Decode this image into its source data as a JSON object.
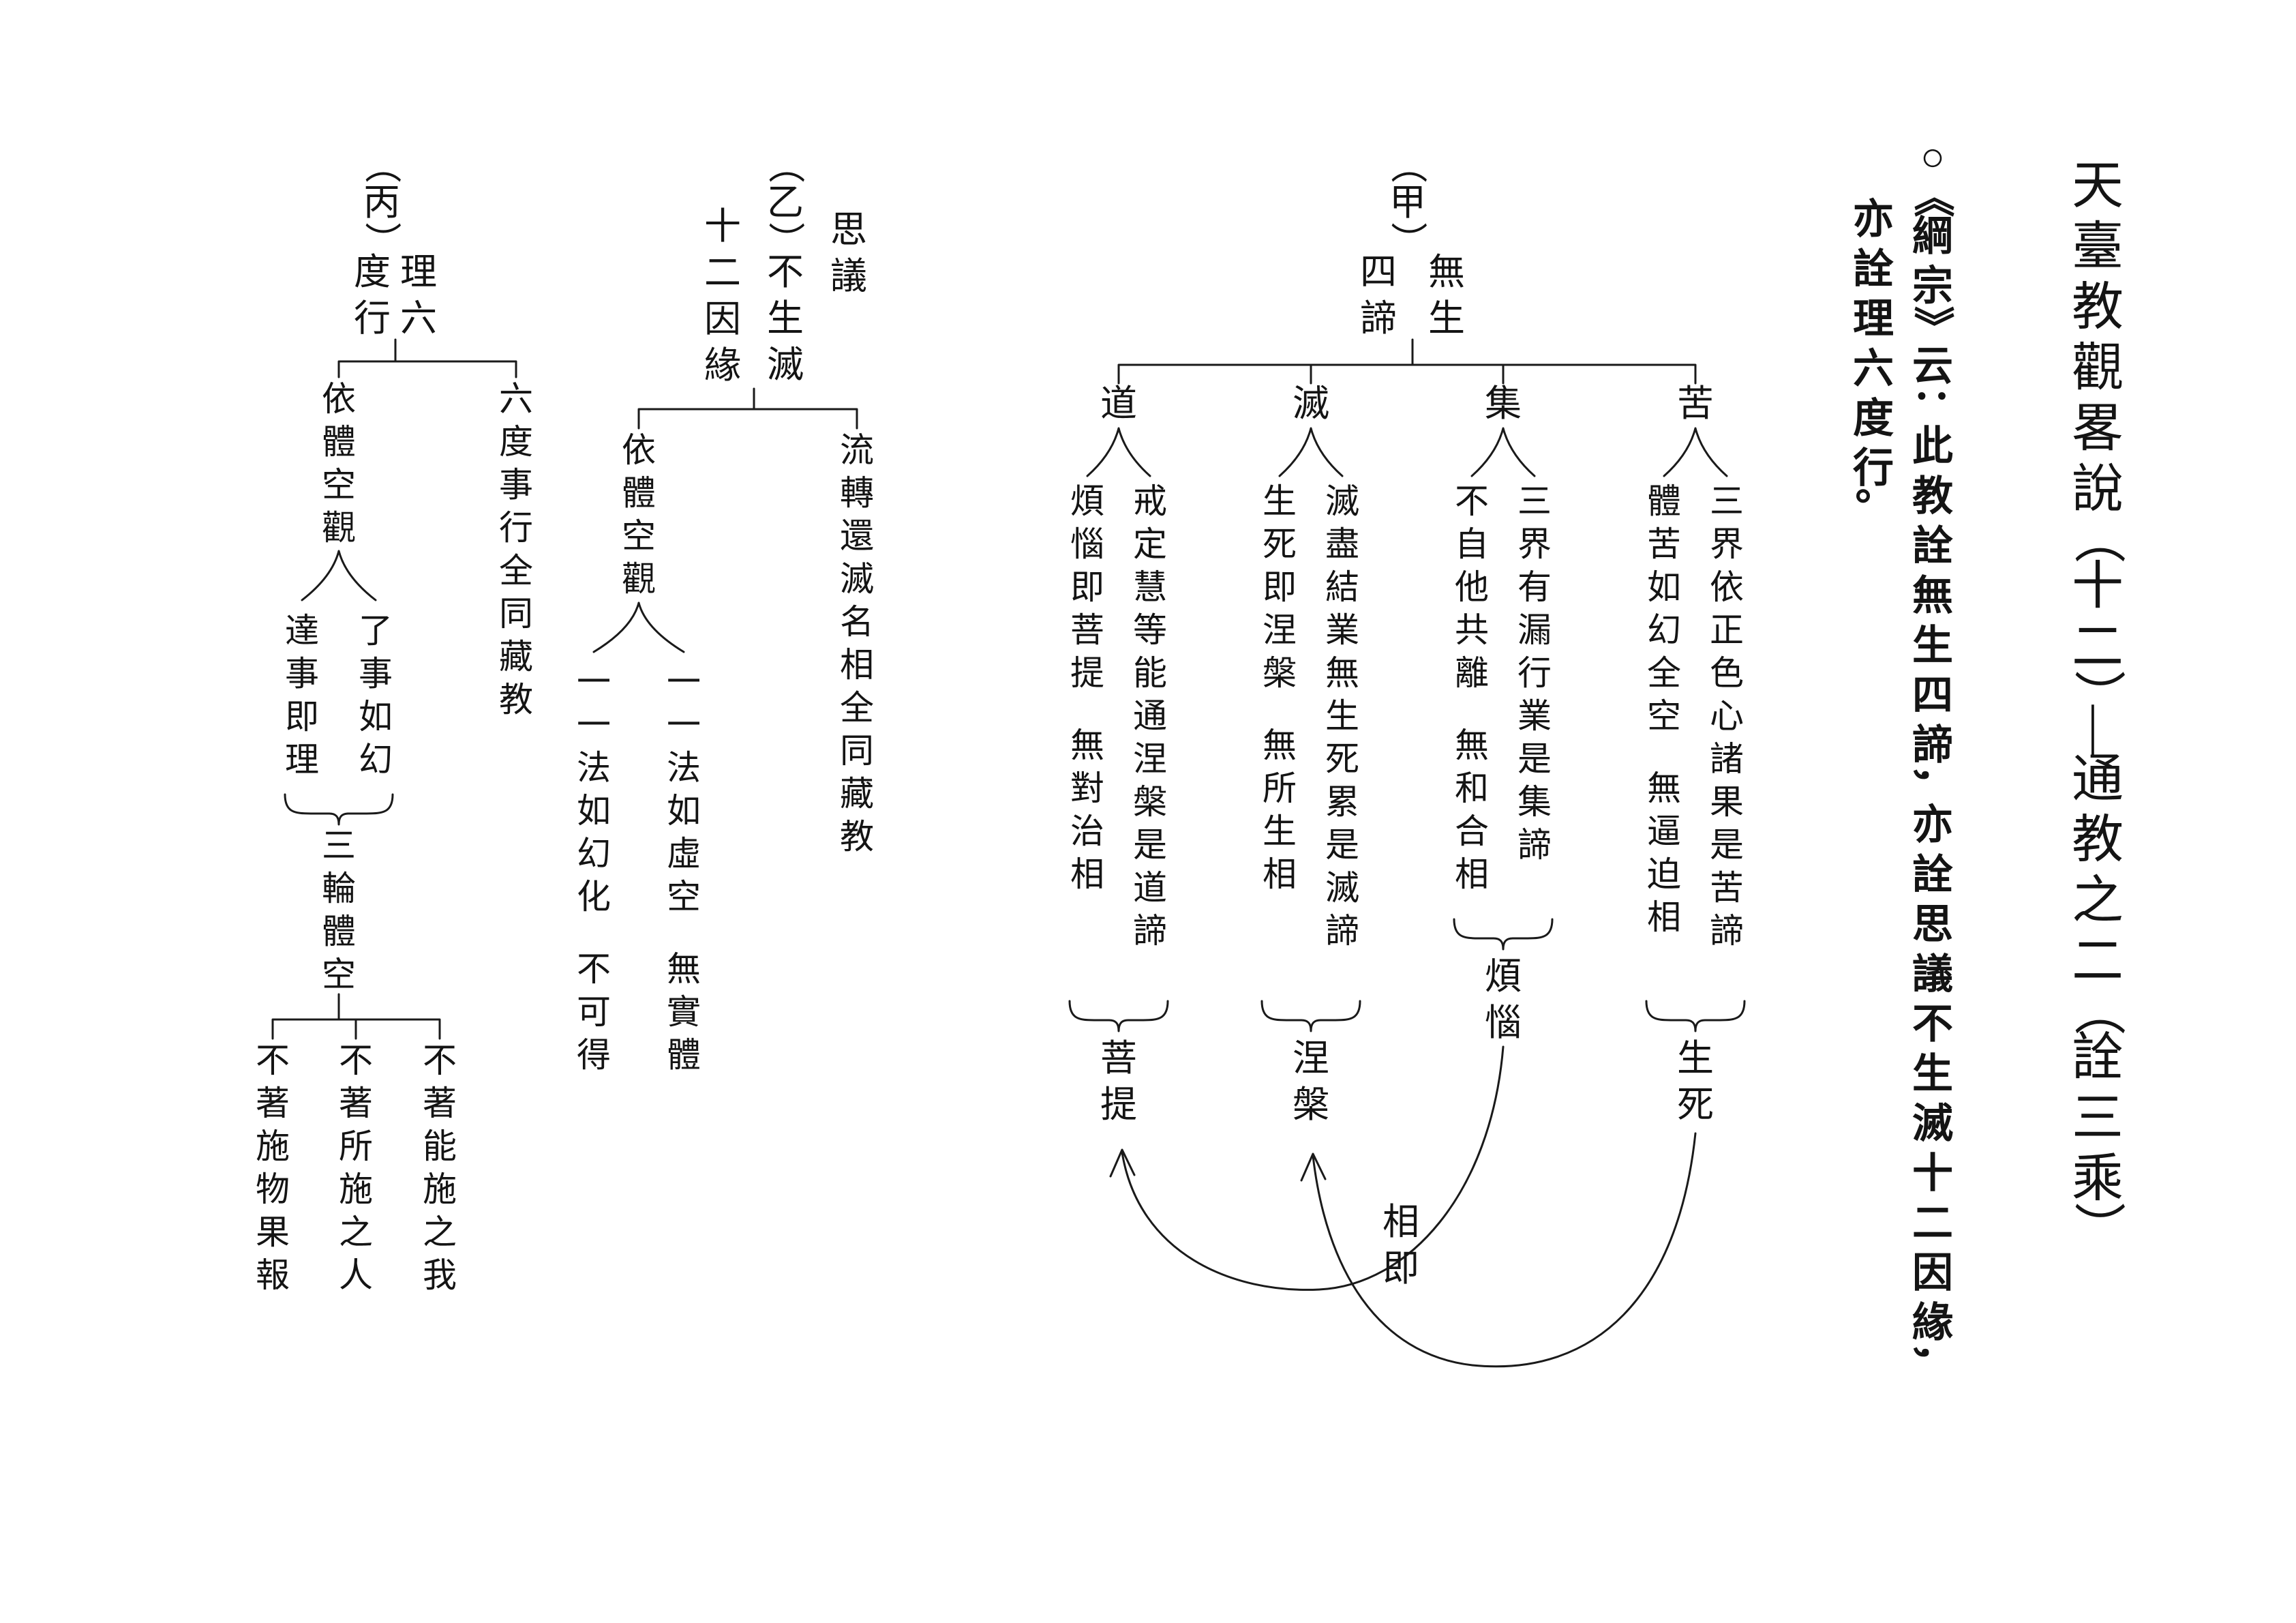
{
  "colors": {
    "ink": "#1a1a1a",
    "background": "#ffffff"
  },
  "page": {
    "title": "天臺教觀畧說（十二）—通教之二（詮三乘）",
    "quote_line1": "○《綱宗》云：此教詮無生四諦，亦詮思議不生滅十二因緣，",
    "quote_line2": "亦詮理六度行。"
  },
  "section_jia": {
    "label": "（甲）",
    "name_right": "無生",
    "name_left": "四諦",
    "branches": [
      {
        "key": "苦",
        "right": "三界依正色心諸果是苦諦",
        "left": "體苦如幻全空　無逼迫相",
        "result": "生死"
      },
      {
        "key": "集",
        "right": "三界有漏行業是集諦",
        "left": "不自他共離　無和合相",
        "result": "煩惱"
      },
      {
        "key": "滅",
        "right": "滅盡結業無生死累是滅諦",
        "left": "生死即涅槃　無所生相",
        "result": "涅槃"
      },
      {
        "key": "道",
        "right": "戒定慧等能通涅槃是道諦",
        "left": "煩惱即菩提　無對治相",
        "result": "菩提"
      }
    ],
    "relation_label": "相即"
  },
  "section_yi": {
    "label": "（乙）",
    "name_right": "思議",
    "name_mid": "不生滅",
    "name_left": "十二因緣",
    "branch_right": "流轉還滅名相全同藏教",
    "branch_left": "依體空觀",
    "sub_right": "一一法如虛空　無實體",
    "sub_left": "一一法如幻化　不可得"
  },
  "section_bing": {
    "label": "（丙）",
    "name_right": "理六",
    "name_left": "度行",
    "branch_right": "六度事行全同藏教",
    "branch_left": "依體空觀",
    "sub_right": "了事如幻",
    "sub_left": "達事即理",
    "merge": "三輪體空",
    "leaves": [
      "不著能施之我",
      "不著所施之人",
      "不著施物果報"
    ]
  }
}
